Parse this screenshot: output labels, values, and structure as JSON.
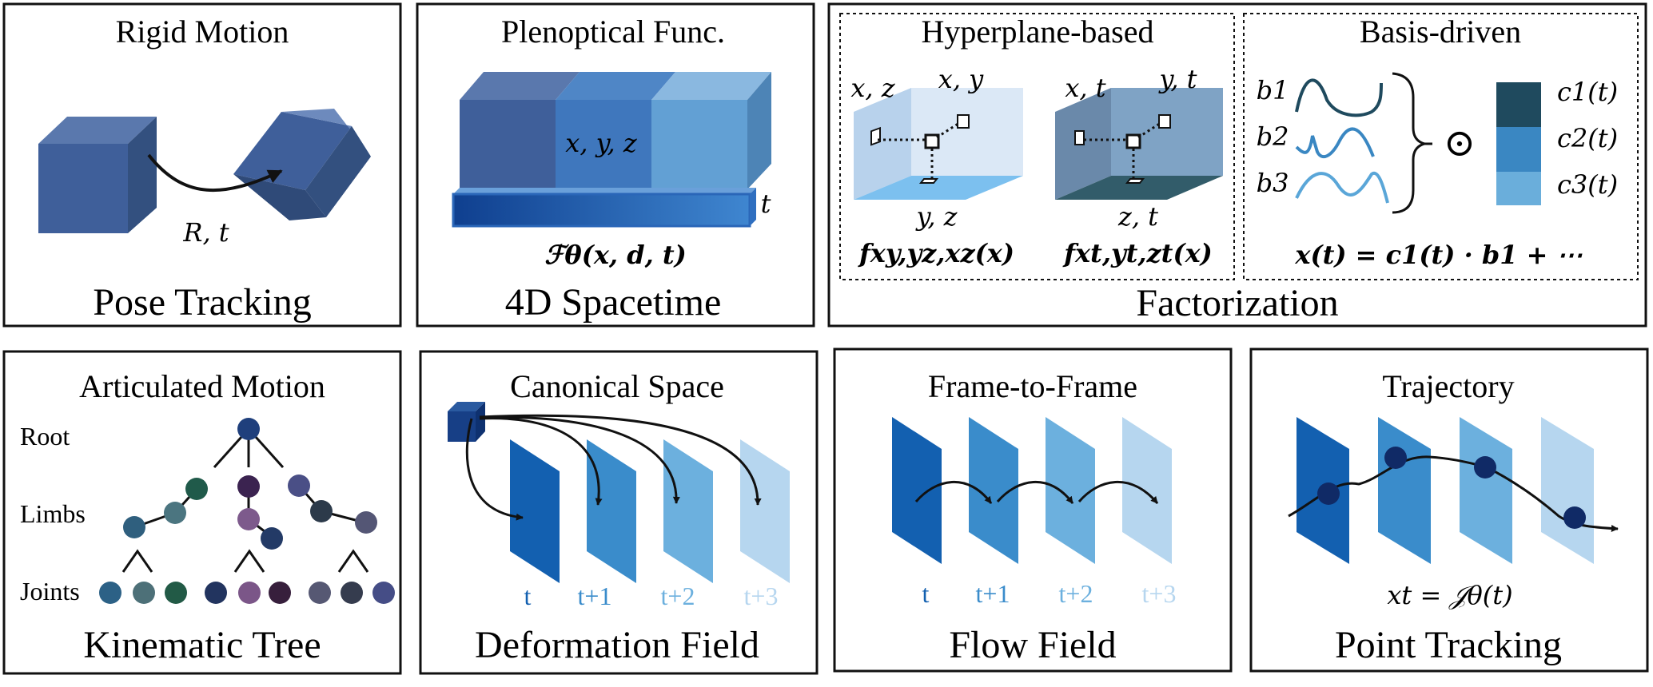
{
  "panels": {
    "rigid": {
      "title": "Rigid Motion",
      "math": "R, t",
      "caption": "Pose Tracking"
    },
    "plenoptic": {
      "title": "Plenoptical Func.",
      "xyz": "x, y, z",
      "t": "t",
      "func": "ℱθ(x, d, t)",
      "caption": "4D Spacetime"
    },
    "factorization": {
      "caption": "Factorization",
      "hyperplane": {
        "title": "Hyperplane-based",
        "left": {
          "xz": "x, z",
          "xy": "x, y",
          "yz": "y, z",
          "f": "fxy,yz,xz(x)"
        },
        "right": {
          "xt": "x, t",
          "yt": "y, t",
          "zt": "z, t",
          "f": "fxt,yt,zt(x)"
        }
      },
      "basis": {
        "title": "Basis-driven",
        "bases": [
          "b1",
          "b2",
          "b3"
        ],
        "coeffs": [
          "c1(t)",
          "c2(t)",
          "c3(t)"
        ],
        "odot": "⊙",
        "formula": "x(t) = c1(t) · b1 + ⋯",
        "coeff_colors": [
          "#1f4a5e",
          "#3a87c2",
          "#6aaedb"
        ]
      }
    },
    "articulated": {
      "title": "Articulated Motion",
      "levels": [
        "Root",
        "Limbs",
        "Joints"
      ],
      "caption": "Kinematic Tree"
    },
    "canonical": {
      "title": "Canonical Space",
      "frames": [
        "t",
        "t+1",
        "t+2",
        "t+3"
      ],
      "caption": "Deformation Field"
    },
    "frame2frame": {
      "title": "Frame-to-Frame",
      "frames": [
        "t",
        "t+1",
        "t+2",
        "t+3"
      ],
      "caption": "Flow Field"
    },
    "trajectory": {
      "title": "Trajectory",
      "formula": "xt = 𝒥θ(t)",
      "caption": "Point Tracking"
    }
  },
  "colors": {
    "frame_blues": [
      "#1360b0",
      "#3a8ccb",
      "#6cb0de",
      "#b6d6ef"
    ],
    "cube_face": "#3f5f9a",
    "cube_side": "#33507f",
    "cube_top": "#5a78ad"
  }
}
